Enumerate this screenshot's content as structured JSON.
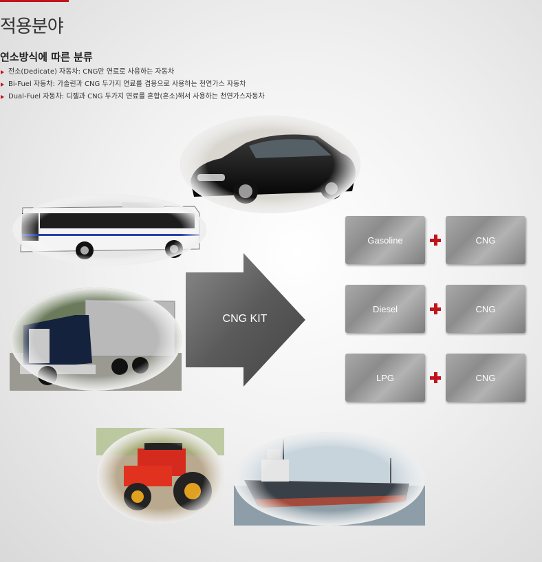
{
  "header": {
    "title": "적용분야",
    "subtitle": "연소방식에 따른 분류",
    "bullets": [
      "전소(Dedicate) 자동차: CNG만 연료로 사용하는 자동차",
      "Bi-Fuel 자동차: 가솔린과 CNG 두가지 연료를 겸용으로 사용하는 천연가스 자동차",
      "Dual-Fuel 자동차: 디젤과 CNG 두가지 연료를 혼합(혼소)해서 사용하는 천연가스자동차"
    ]
  },
  "diagram": {
    "center_label": "CNG KIT",
    "rows": [
      {
        "left": "Gasoline",
        "right": "CNG"
      },
      {
        "left": "Diesel",
        "right": "CNG"
      },
      {
        "left": "LPG",
        "right": "CNG"
      }
    ]
  },
  "colors": {
    "accent": "#c0141c",
    "arrow": "#6a6a6a",
    "box": "#9a9a9a"
  },
  "images": [
    "car-photo",
    "bus-photo",
    "truck-photo",
    "tractor-photo",
    "ship-photo"
  ]
}
